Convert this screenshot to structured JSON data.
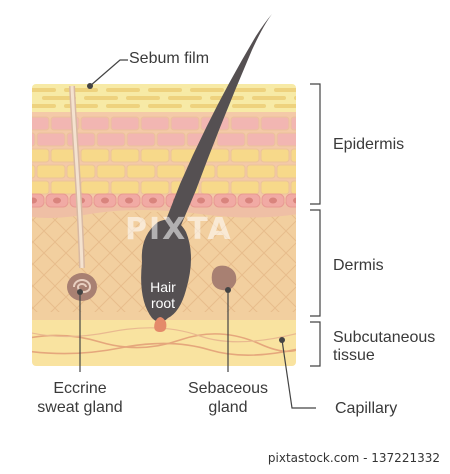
{
  "labels": {
    "sebum_film": "Sebum film",
    "epidermis": "Epidermis",
    "dermis": "Dermis",
    "subcutaneous_1": "Subcutaneous",
    "subcutaneous_2": "tissue",
    "eccrine_1": "Eccrine",
    "eccrine_2": "sweat gland",
    "sebaceous_1": "Sebaceous",
    "sebaceous_2": "gland",
    "capillary": "Capillary",
    "hair_root_1": "Hair",
    "hair_root_2": "root"
  },
  "watermark": "PIXTA",
  "footer": "pixtastock.com - 137221332",
  "colors": {
    "sebum": "#f7eaa6",
    "epidermis_pink": "#f2b6b2",
    "epidermis_yellow": "#f7d98a",
    "dermis": "#f2cf9f",
    "subcutaneous": "#f9e3a0",
    "hair": "#555052",
    "gland": "#a88072"
  }
}
